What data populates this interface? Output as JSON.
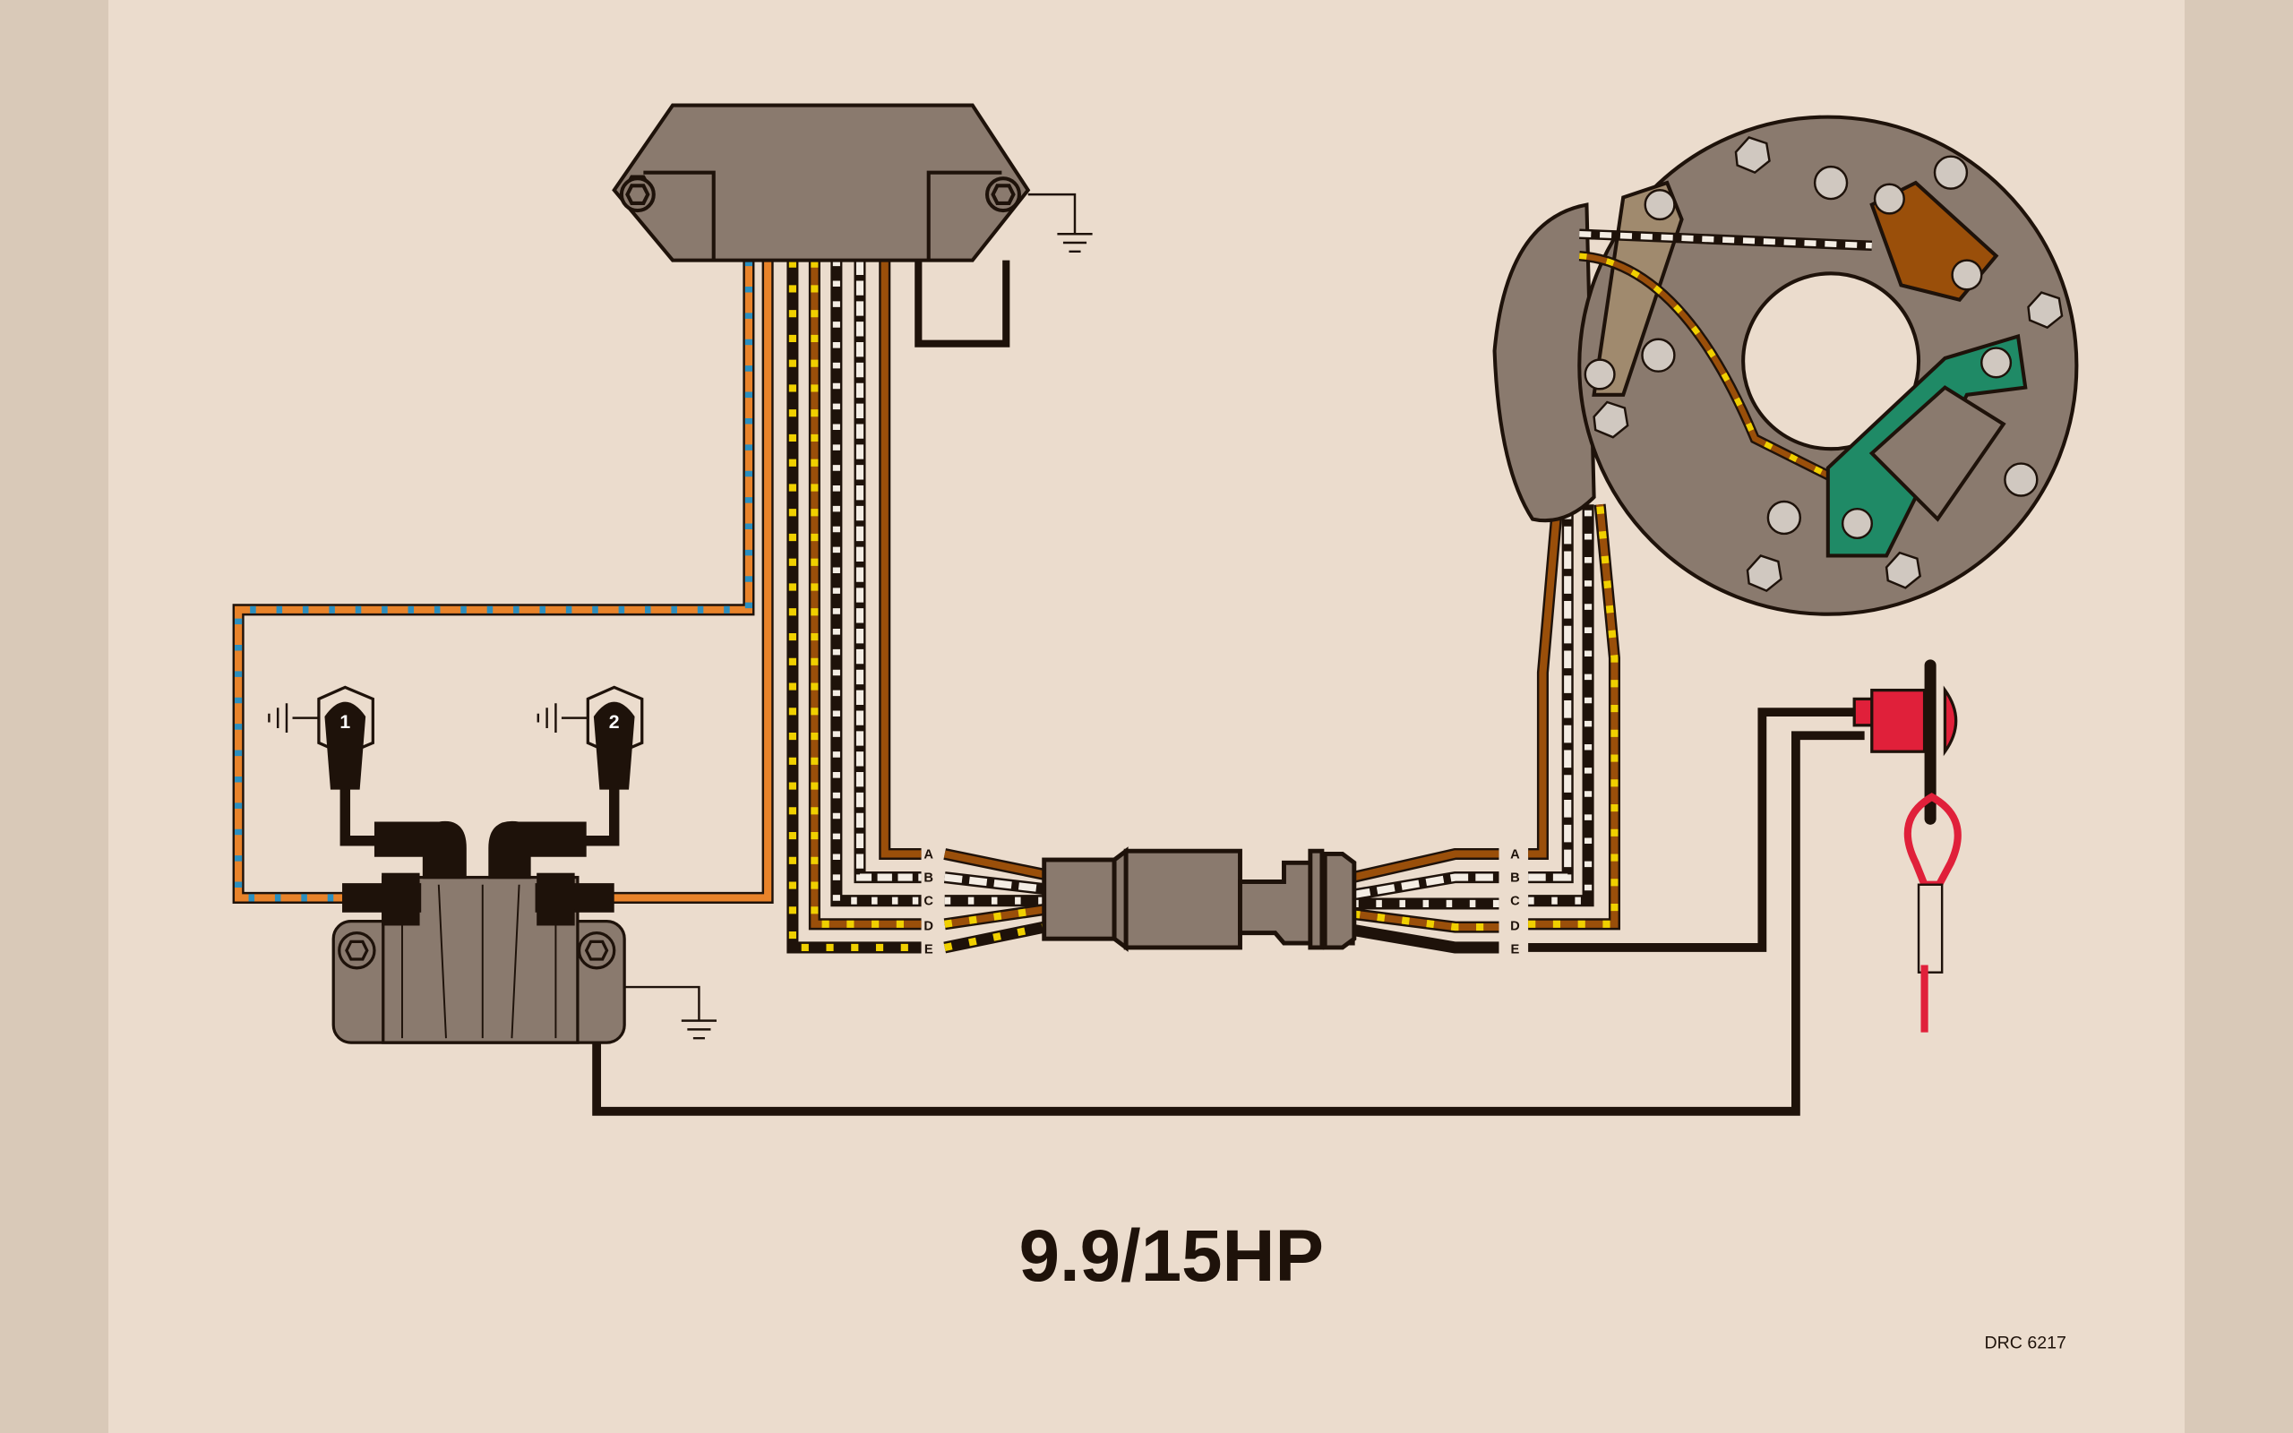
{
  "title": "9.9/15HP",
  "drawing_code": "DRC 6217",
  "connector_pins_left": [
    "A",
    "B",
    "C",
    "D",
    "E"
  ],
  "connector_pins_right": [
    "A",
    "B",
    "C",
    "D",
    "E"
  ],
  "coils": [
    {
      "number": "1"
    },
    {
      "number": "2"
    }
  ],
  "colors": {
    "background": "#ebdccd",
    "component": "#8a7a6e",
    "outline": "#1e120a",
    "brown": "#9a4f0a",
    "orange": "#e8832a",
    "blue": "#2a8fc0",
    "yellow": "#f0d000",
    "green": "#1f8a66",
    "red": "#e0203a"
  }
}
